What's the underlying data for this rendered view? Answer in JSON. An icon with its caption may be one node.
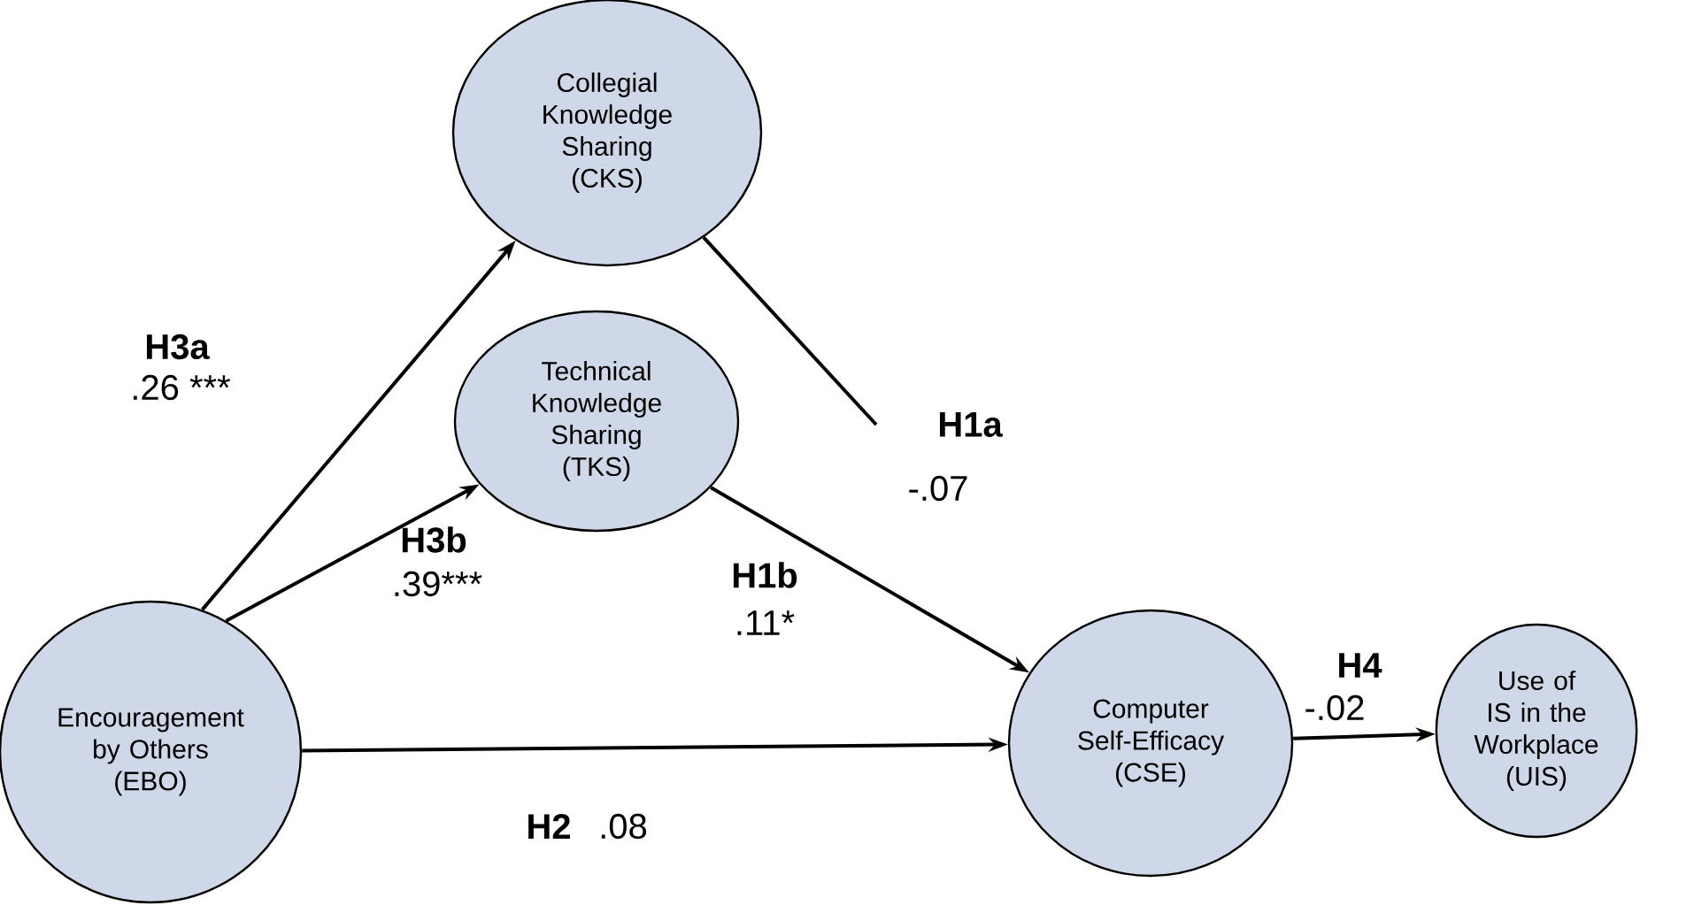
{
  "diagram": {
    "nodes": [
      {
        "text": [
          "Collegial Knowledge Sharing (CKS)"
        ]
      },
      {
        "text": [
          "Technical Knowledge Sharing (TKS)"
        ]
      },
      {
        "text": [
          "Encouragement by Others (EBO)"
        ]
      },
      {
        "text": [
          "Computer Self-Efficacy (CSE)"
        ]
      },
      {
        "text": [
          "Use of IS in the Workplace (UIS)"
        ]
      }
    ],
    "edges": [
      {
        "from": 2,
        "to": 0,
        "arrow": "to"
      },
      {
        "from": 2,
        "to": 1,
        "arrow": "to"
      },
      {
        "from": 0,
        "to": null,
        "arrow": "none"
      },
      {
        "from": 1,
        "to": 3,
        "arrow": "to"
      },
      {
        "from": 2,
        "to": 3,
        "arrow": "to"
      },
      {
        "from": 3,
        "to": 4,
        "arrow": "to"
      }
    ],
    "labels": [
      "H3a",
      ".26 ***",
      "H3b",
      ".39***",
      "H1a",
      "-.07",
      "H1b",
      ".11*",
      "H4",
      "-.02",
      "H2",
      ".08"
    ]
  }
}
